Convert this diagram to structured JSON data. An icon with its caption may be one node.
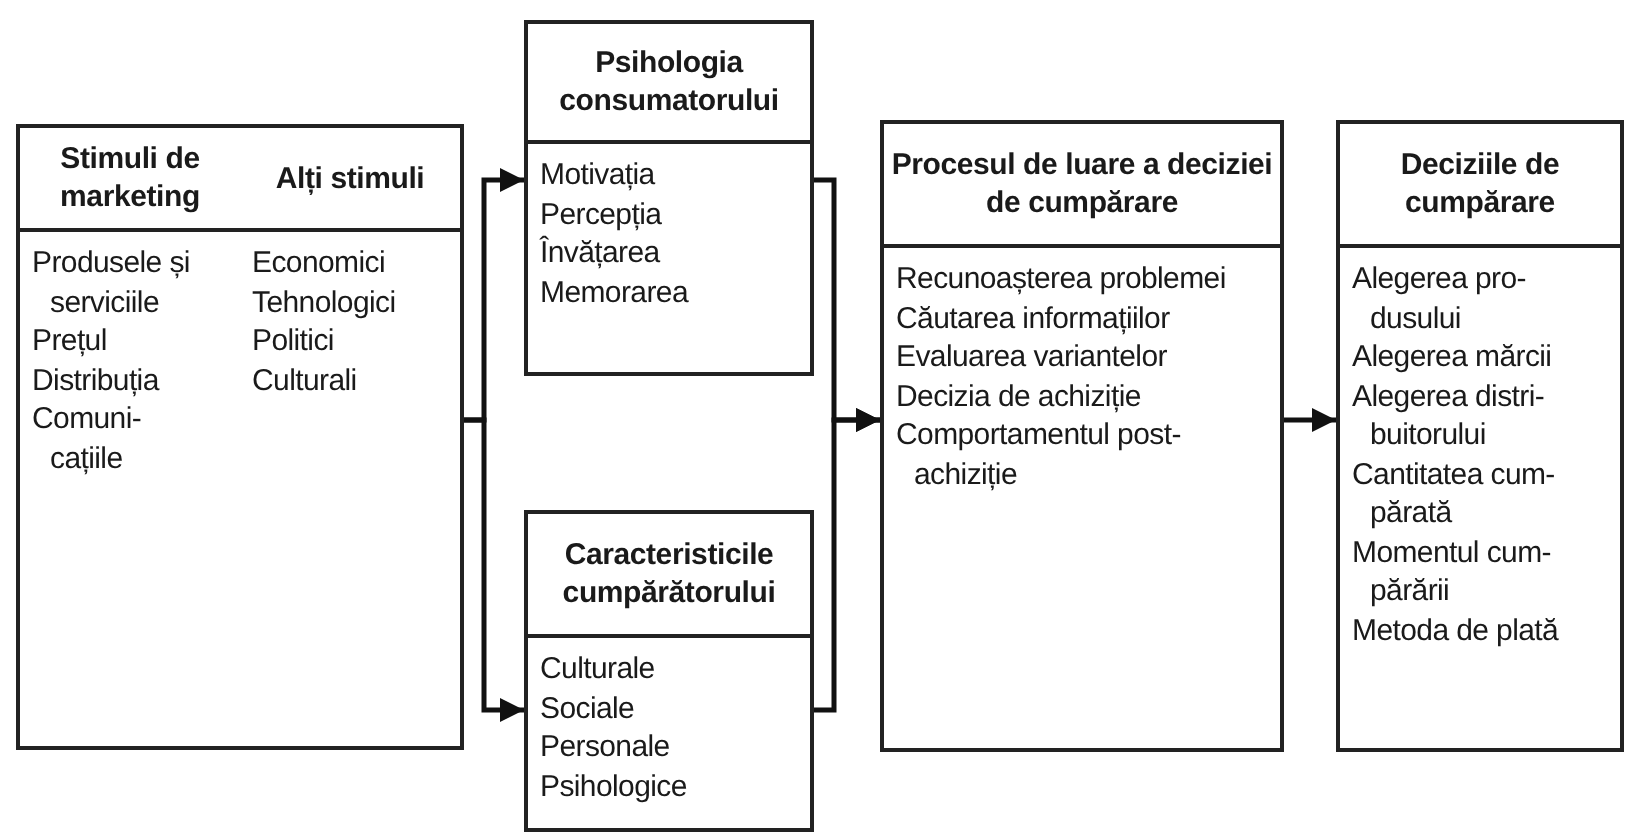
{
  "diagram": {
    "nodes": [
      {
        "text": [
          "Stimuli de marketing",
          "Produsele și serviciile",
          "Prețul",
          "Distribuția",
          "Comuni- cațiile"
        ]
      },
      {
        "text": [
          "Alți stimuli",
          "Economici",
          "Tehnologici",
          "Politici",
          "Culturali"
        ]
      },
      {
        "text": [
          "Psihologia consumatorului",
          "Motivația",
          "Percepția",
          "Învățarea",
          "Memorarea"
        ]
      },
      {
        "text": [
          "Caracteristicile cumpărătorului",
          "Culturale",
          "Sociale",
          "Personale",
          "Psihologice"
        ]
      },
      {
        "text": [
          "Procesul de luare a deciziei de cumpărare",
          "Recunoașterea problemei",
          "Căutarea informațiilor",
          "Evaluarea variantelor",
          "Decizia de achiziție",
          "Comportamentul post-achiziție"
        ]
      },
      {
        "text": [
          "Deciziile de cumpărare",
          "Alegerea pro- dusului",
          "Alegerea mărcii",
          "Alegerea distri- buitorului",
          "Cantitatea cum- părată",
          "Momentul cum- părării",
          "Metoda de plată"
        ]
      }
    ],
    "edges": [
      {
        "from": 1,
        "to": 2,
        "arrow": "to"
      },
      {
        "from": 1,
        "to": 3,
        "arrow": "to"
      },
      {
        "from": 2,
        "to": 4,
        "arrow": "to"
      },
      {
        "from": 3,
        "to": 4,
        "arrow": "to"
      },
      {
        "from": 4,
        "to": 5,
        "arrow": "to"
      }
    ]
  }
}
